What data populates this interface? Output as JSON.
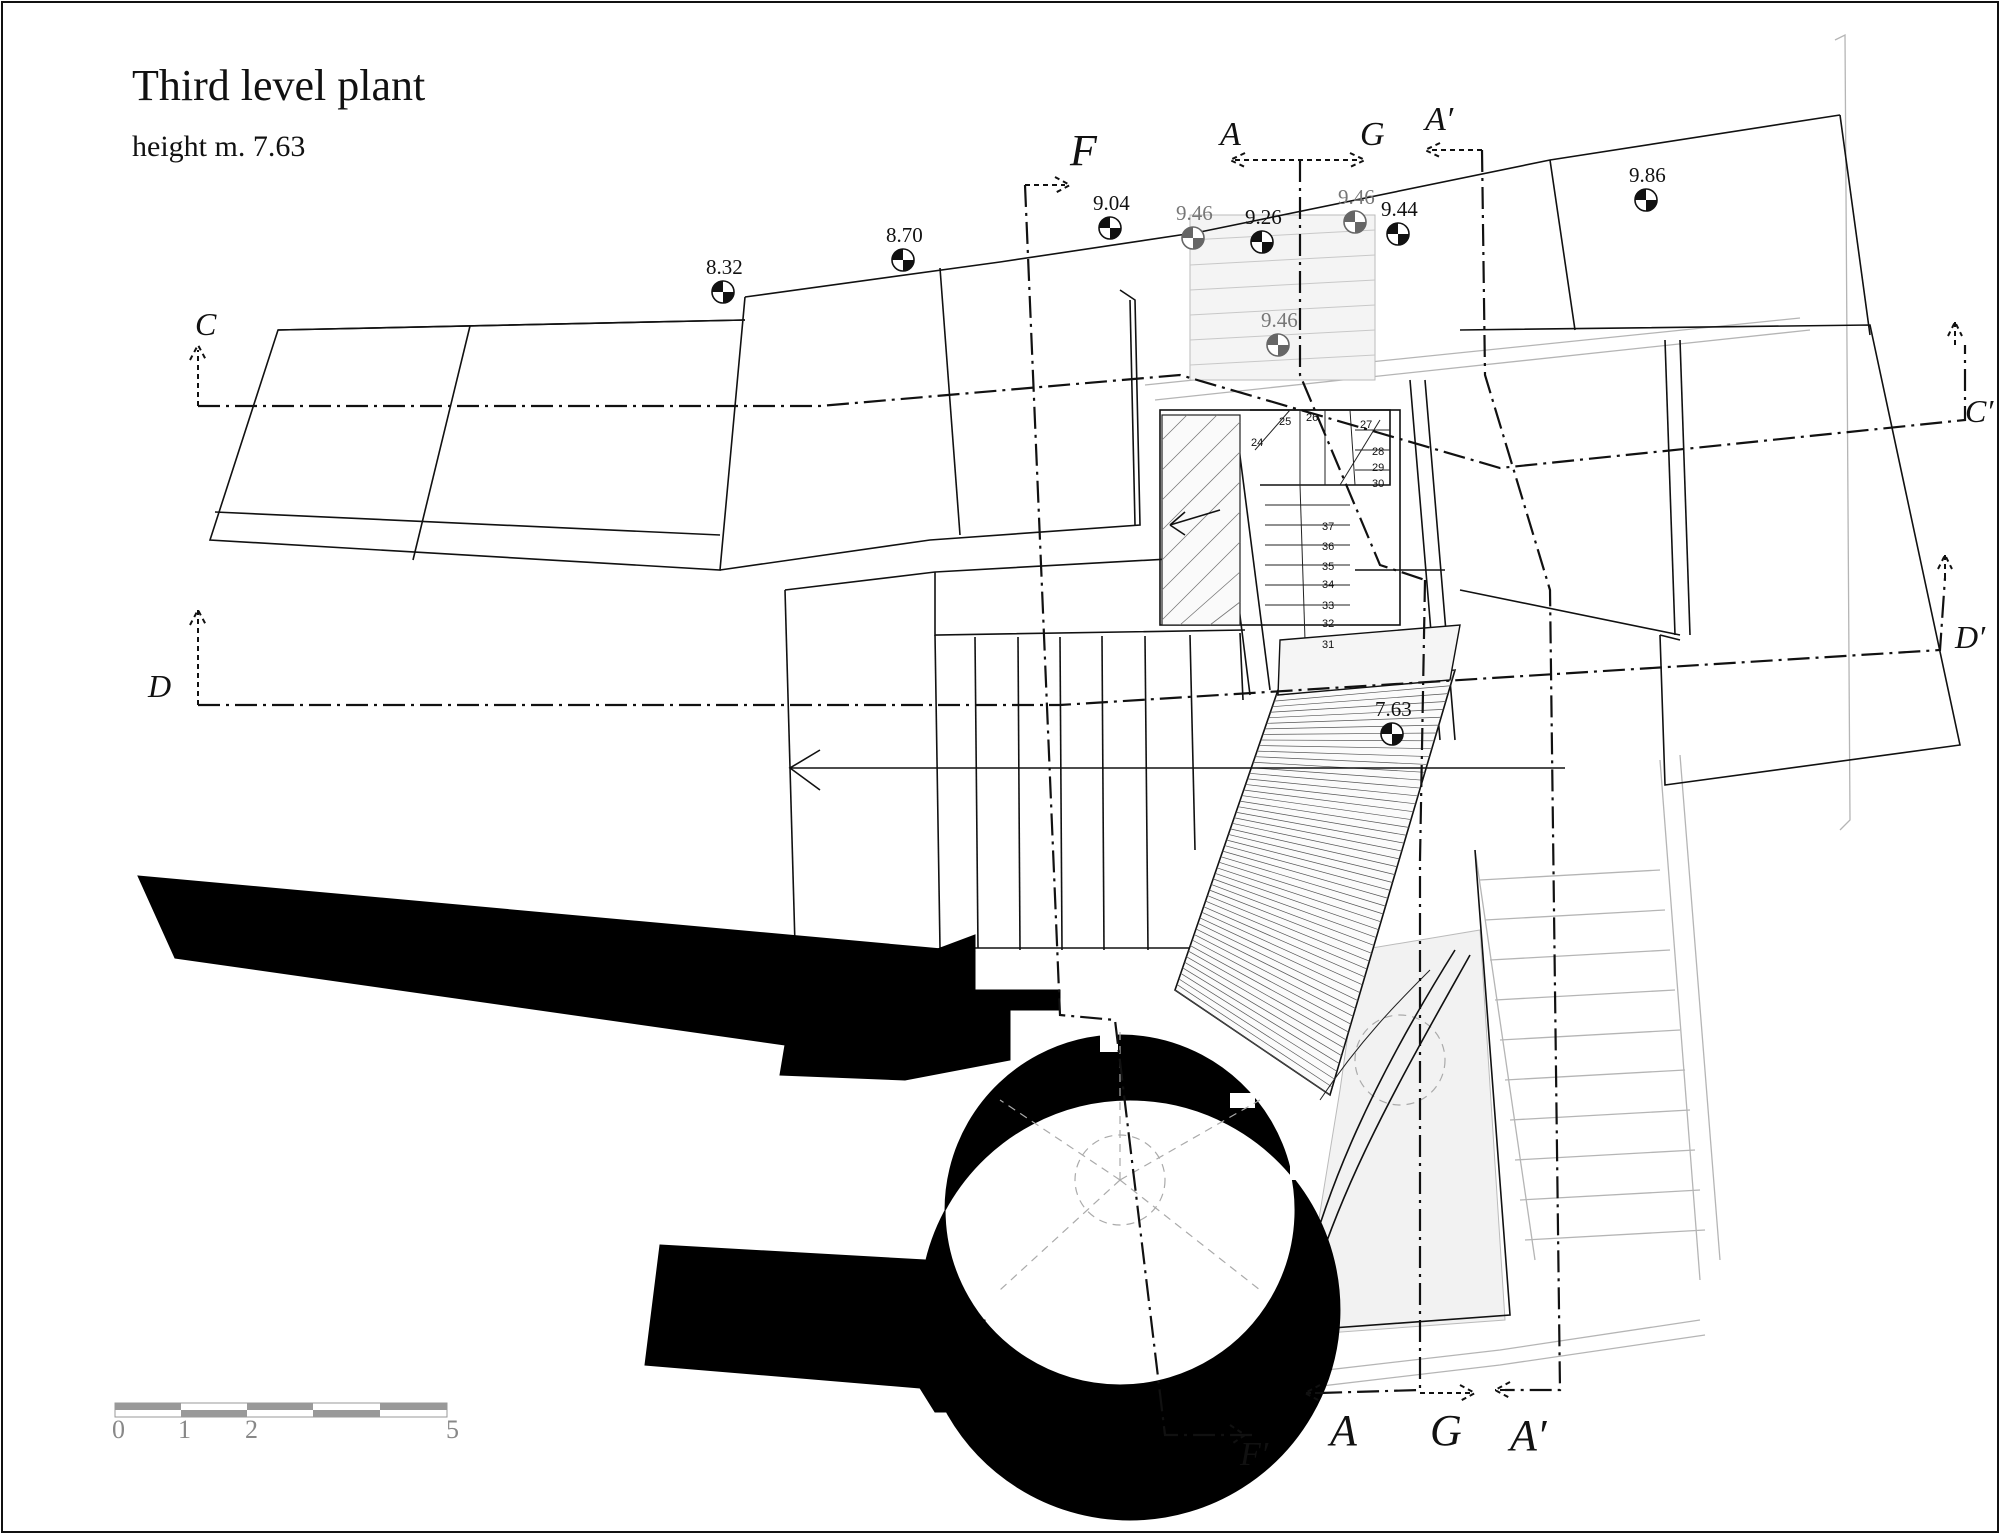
{
  "title": "Third level plant",
  "subtitle": "height m. 7.63",
  "section_marks": {
    "A_top": "A",
    "G_top": "G",
    "A_prime_top": "A′",
    "F_top": "F",
    "C_left": "C",
    "C_prime_right": "C′",
    "D_left": "D",
    "D_prime_right": "D′",
    "A_bottom": "A",
    "G_bottom": "G",
    "A_prime_bottom": "A′",
    "F_prime_bottom": "F′"
  },
  "elevations": {
    "e1": "8.32",
    "e2": "8.70",
    "e3": "9.04",
    "e4": "9.46",
    "e5": "9.26",
    "e6": "9.46",
    "e7": "9.44",
    "e8": "9.86",
    "e9": "9.46",
    "e10": "7.63"
  },
  "stair_numbers": [
    "24",
    "25",
    "26",
    "27",
    "28",
    "29",
    "30",
    "37",
    "36",
    "35",
    "34",
    "33",
    "32",
    "31"
  ],
  "scale_bar": {
    "l0": "0",
    "l1": "1",
    "l2": "2",
    "l5": "5"
  }
}
